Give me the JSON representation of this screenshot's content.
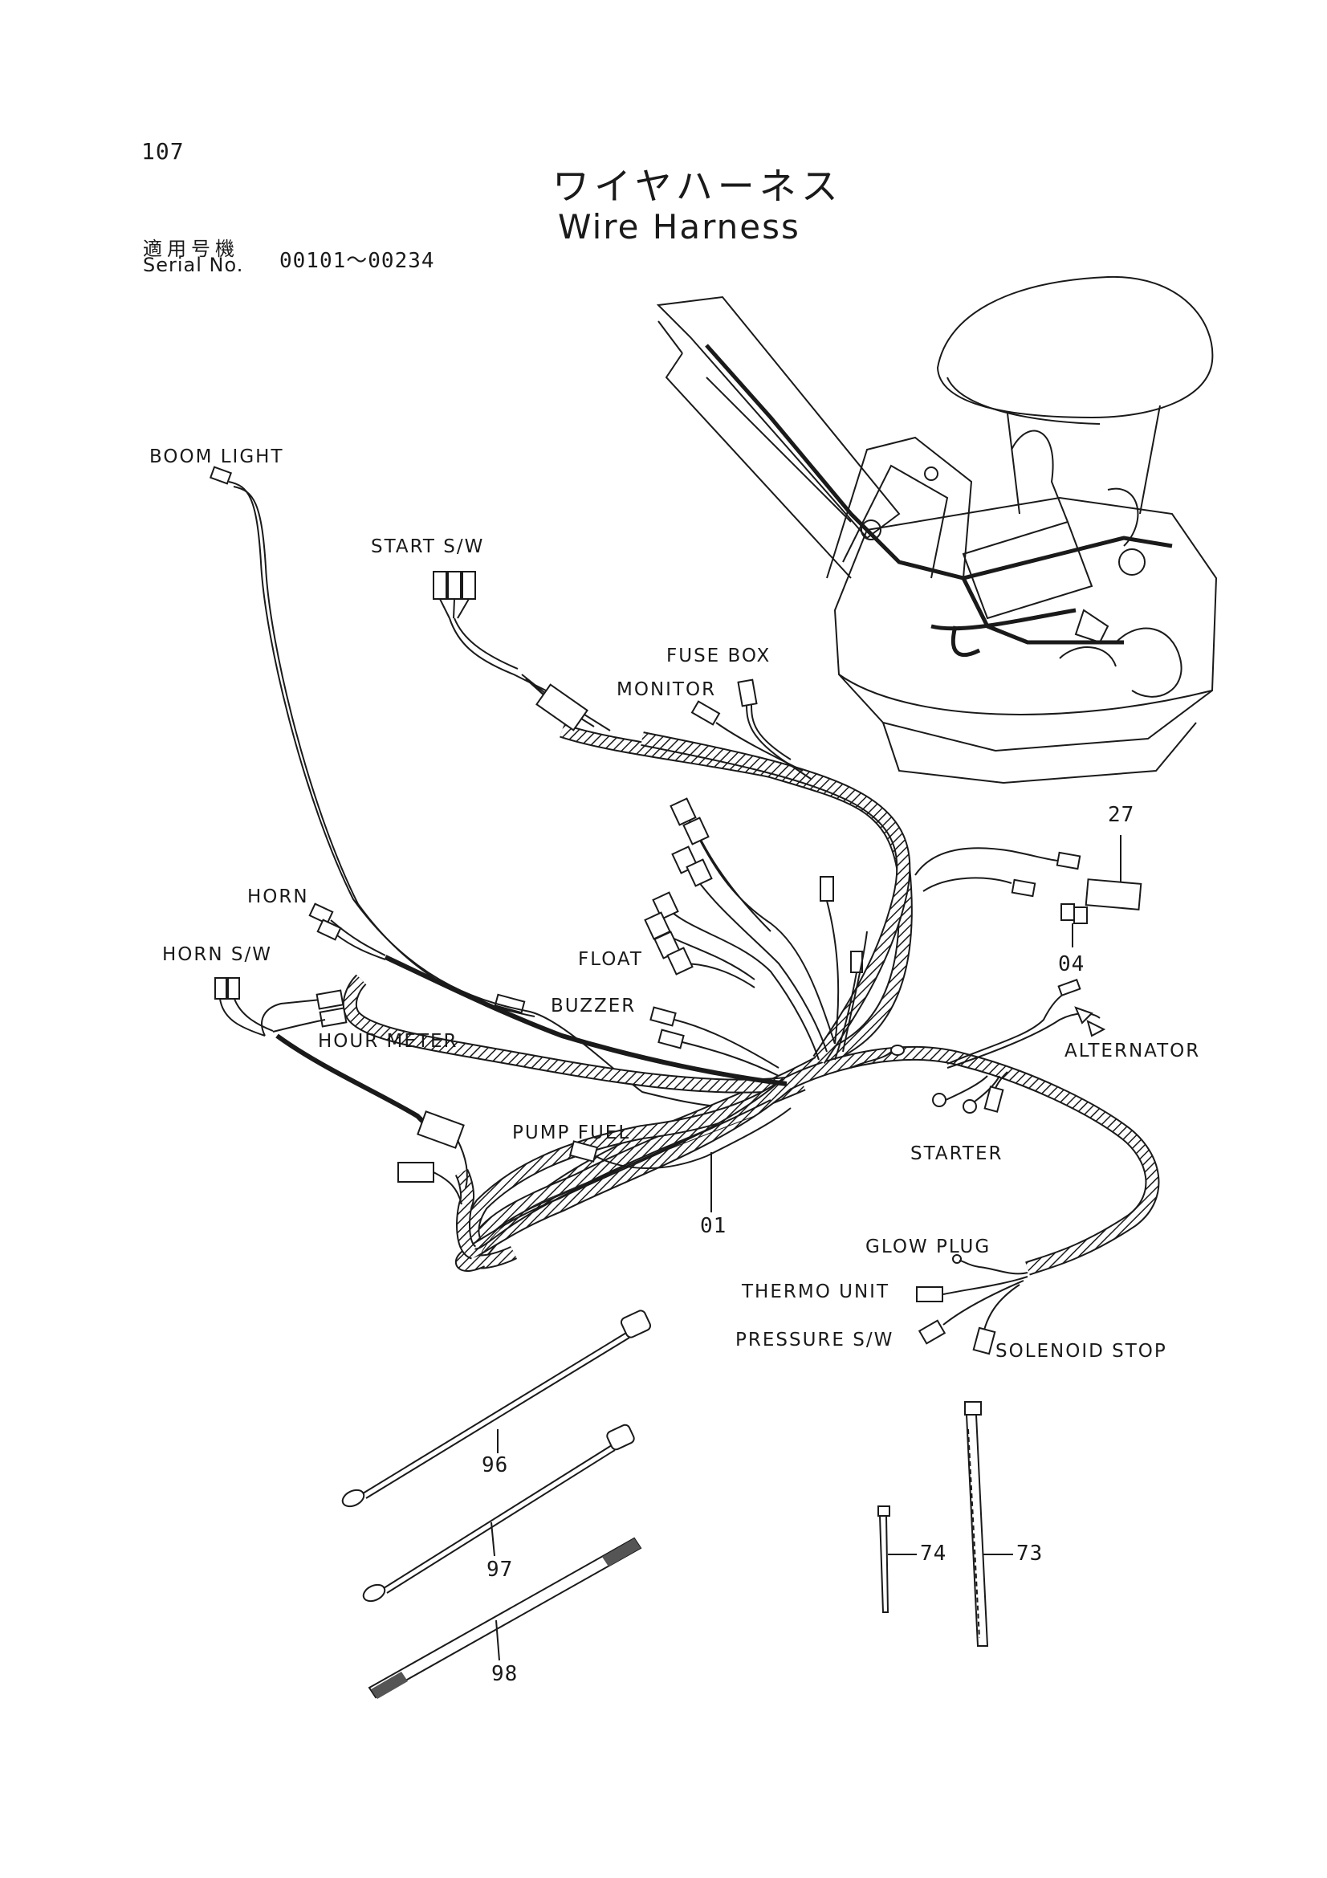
{
  "page_number": "107",
  "title_jp": "ワイヤハーネス",
  "title_en": "Wire Harness",
  "serial": {
    "label_jp": "適用号機",
    "label_en": "Serial No.",
    "value": "00101～00234"
  },
  "labels": {
    "boom_light": "BOOM LIGHT",
    "start_sw": "START S/W",
    "fuse_box": "FUSE BOX",
    "monitor": "MONITOR",
    "horn": "HORN",
    "horn_sw": "HORN S/W",
    "float": "FLOAT",
    "buzzer": "BUZZER",
    "hour_meter": "HOUR METER",
    "pump_fuel": "PUMP FUEL",
    "alternator": "ALTERNATOR",
    "starter": "STARTER",
    "glow_plug": "GLOW PLUG",
    "thermo_unit": "THERMO UNIT",
    "pressure_sw": "PRESSURE S/W",
    "solenoid_stop": "SOLENOID STOP"
  },
  "part_numbers": {
    "p01": "01",
    "p04": "04",
    "p27": "27",
    "p73": "73",
    "p74": "74",
    "p96": "96",
    "p97": "97",
    "p98": "98"
  }
}
